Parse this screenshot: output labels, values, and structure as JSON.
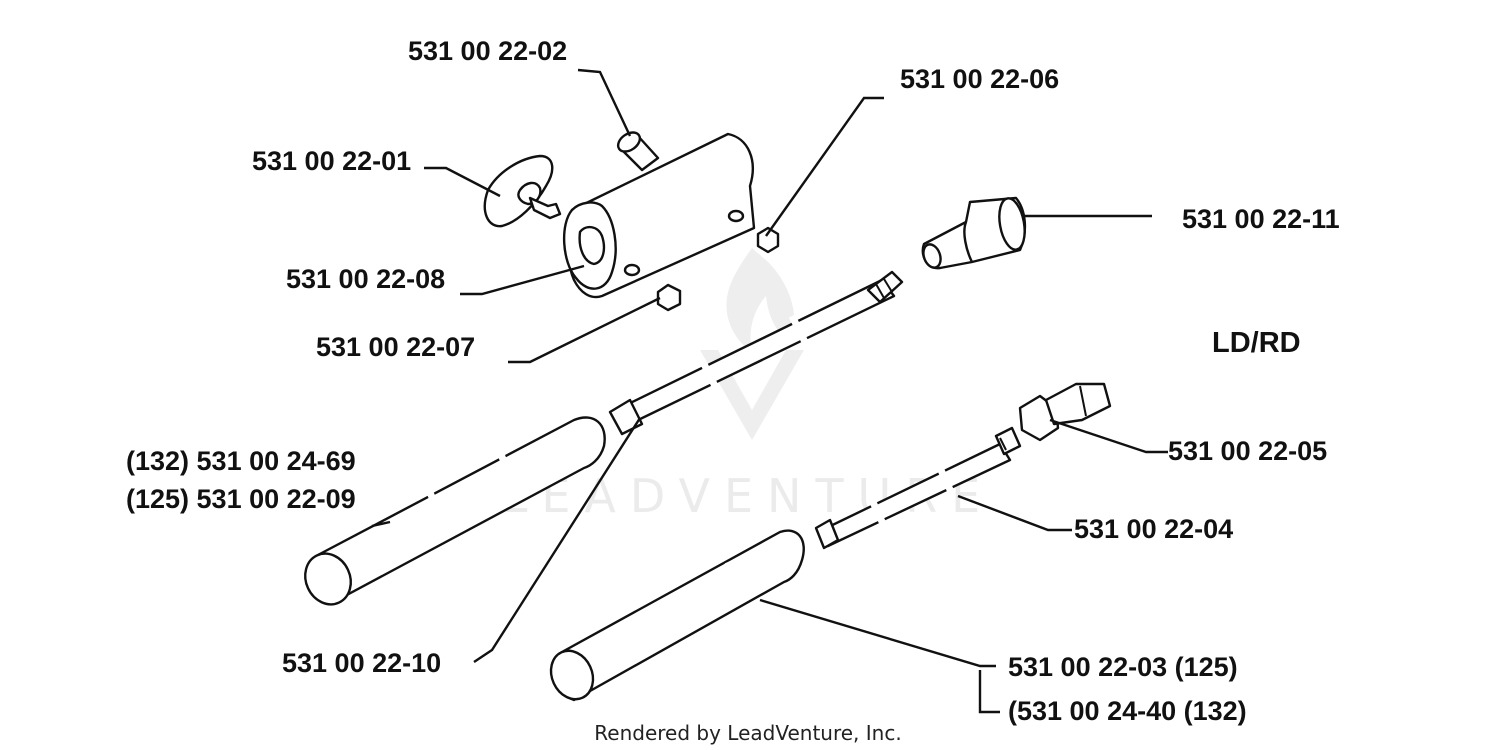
{
  "labels": {
    "p_22_02": "531 00 22-02",
    "p_22_06": "531 00 22-06",
    "p_22_01": "531 00 22-01",
    "p_22_11": "531 00 22-11",
    "p_22_08": "531 00 22-08",
    "p_22_07": "531 00 22-07",
    "p_24_69": "(132) 531 00 24-69",
    "p_22_09": "(125) 531 00 22-09",
    "p_22_05": "531 00 22-05",
    "p_22_04": "531 00 22-04",
    "p_22_10": "531 00 22-10",
    "p_22_03": "531 00 22-03 (125)",
    "p_24_40": "(531 00 24-40 (132)"
  },
  "variant": "LD/RD",
  "watermark": "LEADVENTURE",
  "footer": "Rendered by LeadVenture, Inc."
}
